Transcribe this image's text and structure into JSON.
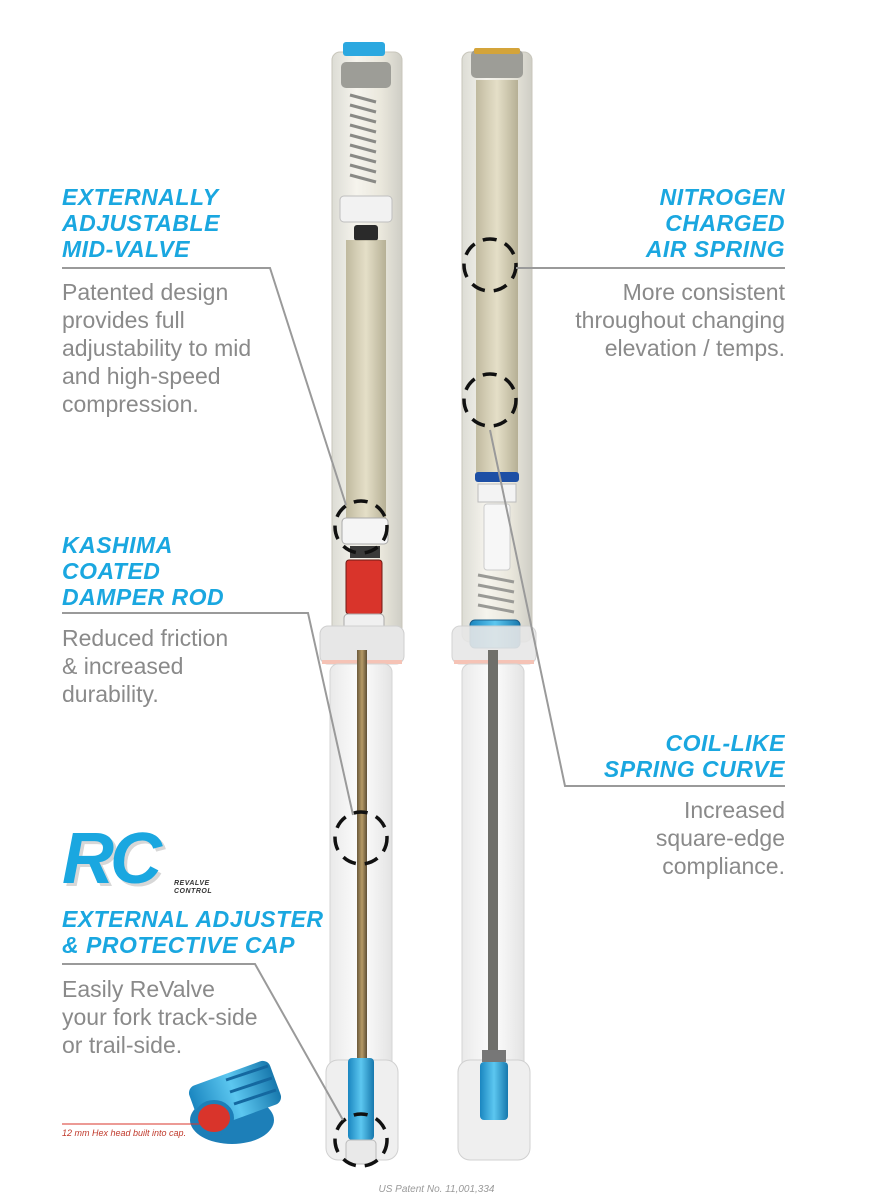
{
  "features": [
    {
      "title": [
        "EXTERNALLY",
        "ADJUSTABLE",
        "MID-VALVE"
      ],
      "body": [
        "Patented design",
        "provides full",
        "adjustability to mid",
        "and high-speed",
        "compression."
      ]
    },
    {
      "title": [
        "NITROGEN",
        "CHARGED",
        "AIR SPRING"
      ],
      "body": [
        "More consistent",
        "throughout changing",
        "elevation / temps."
      ]
    },
    {
      "title": [
        "KASHIMA",
        "COATED",
        "DAMPER ROD"
      ],
      "body": [
        "Reduced friction",
        "& increased",
        "durability."
      ]
    },
    {
      "title": [
        "COIL-LIKE",
        "SPRING CURVE"
      ],
      "body": [
        "Increased",
        "square-edge",
        "compliance."
      ]
    },
    {
      "title": [
        "EXTERNAL ADJUSTER",
        "& PROTECTIVE CAP"
      ],
      "body": [
        "Easily ReValve",
        "your fork track-side",
        "or trail-side."
      ]
    }
  ],
  "logo": {
    "mark": "RC",
    "small": [
      "REVALVE",
      "CONTROL"
    ]
  },
  "hex_note": "12 mm Hex head built into cap.",
  "patent": "US Patent No. 11,001,334",
  "colors": {
    "accent": "#1aa7e0",
    "body_text": "#8a8a8a",
    "leader": "#9a9a9a",
    "anodized": "#2ba8e0",
    "damper_red": "#d9342b",
    "stanchion": "#c9c19a"
  }
}
